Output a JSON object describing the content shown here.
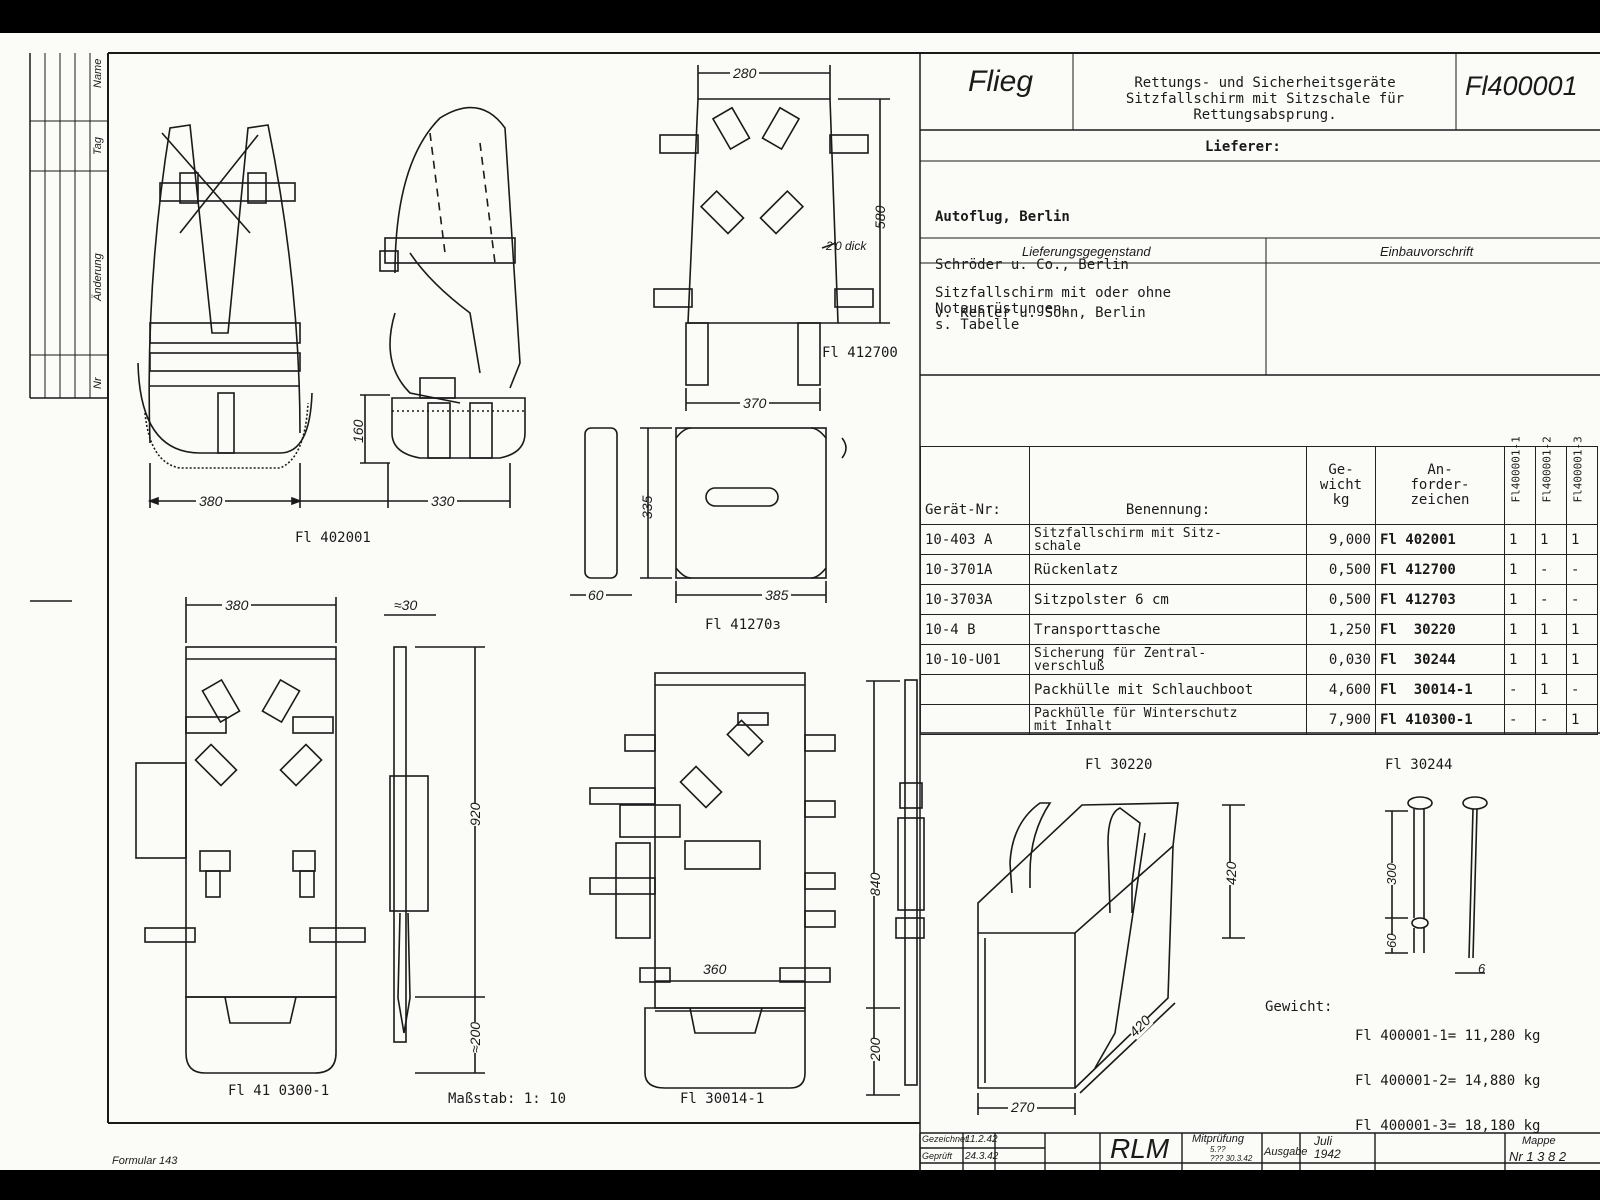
{
  "title_block": {
    "brand": "Flieg",
    "subject": "Rettungs- und Sicherheitsgeräte\nSitzfallschirm mit Sitzschale für\nRettungsabsprung.",
    "number": "Fl400001"
  },
  "supplier": {
    "heading": "Lieferer:",
    "companies": [
      "Autoflug, Berlin",
      "Schröder u. Co., Berlin",
      "v. Kehler u. Sohn, Berlin"
    ]
  },
  "delivery": {
    "col1_header": "Lieferungsgegenstand",
    "col2_header": "Einbauvorschrift",
    "text": "Sitzfallschirm mit oder ohne\nNotausrüstungen.\ns. Tabelle"
  },
  "parts_table": {
    "headers": {
      "geraet": "Gerät-Nr:",
      "benennung": "Benennung:",
      "gewicht": "Ge-\nwicht\nkg",
      "anforder": "An-\nforder-\nzeichen",
      "variants": [
        "Fl400001-1",
        "Fl400001-2",
        "Fl400001-3"
      ]
    },
    "rows": [
      {
        "nr": "10-403 A",
        "name": "Sitzfallschirm mit Sitz-\nschale",
        "kg": "9,000",
        "code": "Fl 402001",
        "v": [
          "1",
          "1",
          "1"
        ]
      },
      {
        "nr": "10-3701A",
        "name": "Rückenlatz",
        "kg": "0,500",
        "code": "Fl 412700",
        "v": [
          "1",
          "-",
          "-"
        ]
      },
      {
        "nr": "10-3703A",
        "name": "Sitzpolster 6 cm",
        "kg": "0,500",
        "code": "Fl 412703",
        "v": [
          "1",
          "-",
          "-"
        ]
      },
      {
        "nr": "10-4 B",
        "name": "Transporttasche",
        "kg": "1,250",
        "code": "Fl  30220",
        "v": [
          "1",
          "1",
          "1"
        ]
      },
      {
        "nr": "10-10-U01",
        "name": "Sicherung für Zentral-\nverschluß",
        "kg": "0,030",
        "code": "Fl  30244",
        "v": [
          "1",
          "1",
          "1"
        ]
      },
      {
        "nr": "",
        "name": "Packhülle mit Schlauchboot",
        "kg": "4,600",
        "code": "Fl  30014-1",
        "v": [
          "-",
          "1",
          "-"
        ]
      },
      {
        "nr": "",
        "name": "Packhülle für Winterschutz\nmit Inhalt",
        "kg": "7,900",
        "code": "Fl 410300-1",
        "v": [
          "-",
          "-",
          "1"
        ]
      }
    ]
  },
  "weights": {
    "label": "Gewicht:",
    "lines": [
      "Fl 400001-1= 11,280 kg",
      "Fl 400001-2= 14,880 kg",
      "Fl 400001-3= 18,180 kg"
    ]
  },
  "drawings": {
    "labels": [
      "Fl 402001",
      "Fl 412700",
      "Fl 41270з",
      "Fl 41 0300-1",
      "Fl 30014-1",
      "Fl 30220",
      "Fl 30244"
    ],
    "dims": [
      "280",
      "580",
      "2'0 dick",
      "370",
      "160",
      "380",
      "330",
      "335",
      "60",
      "385",
      "380",
      "≈30",
      "920",
      "≈200",
      "360",
      "840",
      "200",
      "420",
      "420",
      "270",
      "300",
      "60",
      "6"
    ],
    "scale": "Maßstab: 1: 10"
  },
  "revision_block": [
    "Name",
    "Tag",
    "Änderung",
    "Nr"
  ],
  "footer": {
    "gez": "Gezeichnet",
    "gez_date": "11.2.42",
    "gepr": "Geprüft",
    "gepr_date": "24.3.42",
    "rlm": "RLM",
    "mitpruefung": "Mitprüfung",
    "mit_sig": "5.??\n??? 30.3.42",
    "ausgabe": "Ausgabe",
    "ausgabe_date": "Juli\n1942",
    "mappe": "Mappe",
    "mappe_nr": "Nr 1 3 8 2",
    "formular": "Formular 143"
  }
}
